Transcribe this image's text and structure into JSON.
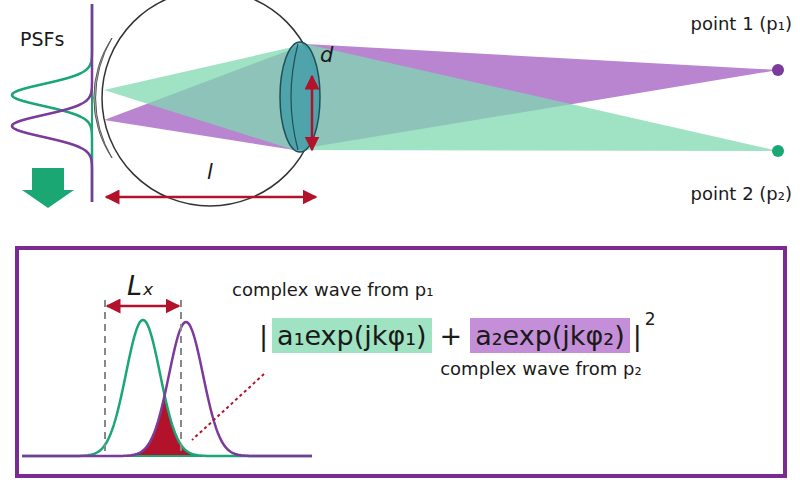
{
  "diagram": {
    "nodes": [
      {
        "text": [
          "Lₓ",
          "complex wave from p₁",
          "|",
          "+",
          "|",
          "2",
          "complex wave from p₂"
        ]
      },
      {
        "text": [
          "a₁exp(jkφ₁)"
        ],
        "in": 0
      },
      {
        "text": [
          "a₂exp(jkφ₂)"
        ],
        "in": 0
      }
    ],
    "labels": [
      "PSFs",
      "d",
      "l",
      "point 1 (p₁)",
      "point 2 (p₂)"
    ]
  }
}
